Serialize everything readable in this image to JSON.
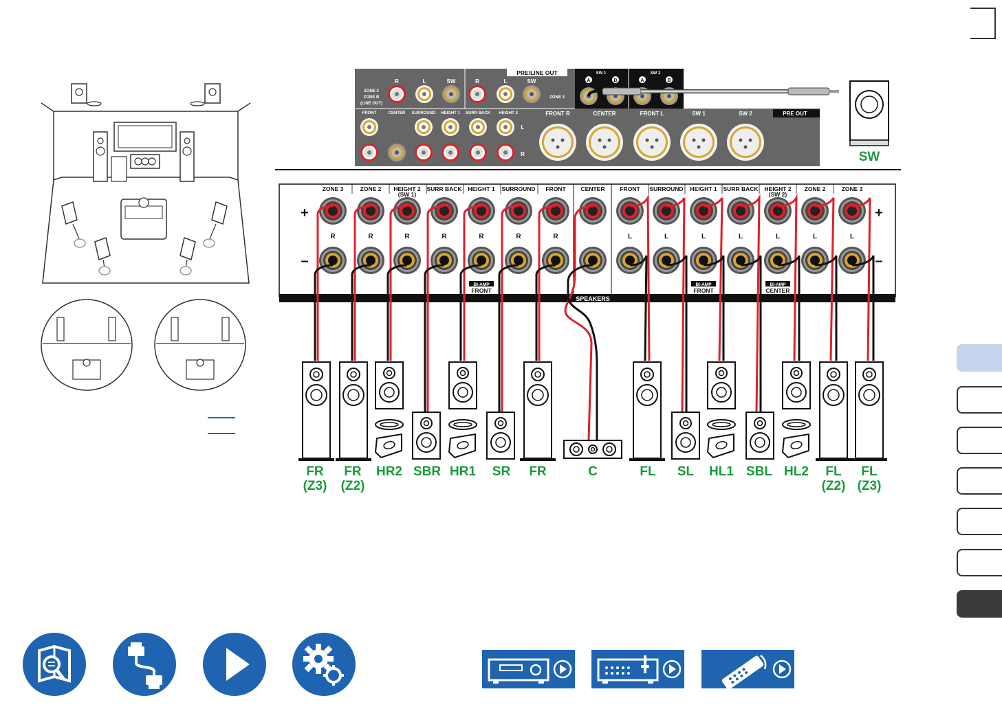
{
  "rear_panel": {
    "pre_line_out_label": "PRE/LINE OUT",
    "zone_out_labels": [
      "ZONE 2",
      "ZONE B",
      "(LINE OUT)"
    ],
    "zone2_jacks": [
      "R",
      "L",
      "SW"
    ],
    "zone3_jacks": [
      "R",
      "L",
      "SW"
    ],
    "zone3_label": "ZONE 3",
    "sw_pre_labels": [
      "SW 1",
      "SW 2"
    ],
    "sw_pre_jacks": [
      "A",
      "B",
      "A",
      "B"
    ],
    "pre_out_columns": [
      "FRONT",
      "CENTER",
      "SURROUND",
      "HEIGHT 1",
      "SURR BACK",
      "HEIGHT 2"
    ],
    "pre_out_rl": [
      "L",
      "R"
    ],
    "xlr_labels": [
      "FRONT R",
      "CENTER",
      "FRONT L",
      "SW 1",
      "SW 2"
    ],
    "pre_out_label": "PRE OUT"
  },
  "speaker_terminals": {
    "right_columns": [
      "ZONE 3",
      "ZONE 2",
      "HEIGHT 2",
      "SURR BACK",
      "HEIGHT 1",
      "SURROUND",
      "FRONT"
    ],
    "height2_sub_right": "(SW 1)",
    "center_column": "CENTER",
    "left_columns": [
      "FRONT",
      "SURROUND",
      "HEIGHT 1",
      "SURR BACK",
      "HEIGHT 2",
      "ZONE 2",
      "ZONE 3"
    ],
    "height2_sub_left": "(SW 2)",
    "plus": "+",
    "minus": "–",
    "right_letter": "R",
    "left_letter": "L",
    "speakers_label": "SPEAKERS",
    "biamp_labels": [
      {
        "top": "BI-AMP",
        "bottom": "FRONT"
      },
      {
        "top": "BI-AMP",
        "bottom": "FRONT"
      },
      {
        "top": "BI-AMP",
        "bottom": "CENTER"
      }
    ]
  },
  "subwoofer_label": "SW",
  "speaker_labels": [
    {
      "line1": "FR",
      "line2": "(Z3)"
    },
    {
      "line1": "FR",
      "line2": "(Z2)"
    },
    {
      "line1": "HR2",
      "line2": ""
    },
    {
      "line1": "SBR",
      "line2": ""
    },
    {
      "line1": "HR1",
      "line2": ""
    },
    {
      "line1": "SR",
      "line2": ""
    },
    {
      "line1": "FR",
      "line2": ""
    },
    {
      "line1": "C",
      "line2": ""
    },
    {
      "line1": "FL",
      "line2": ""
    },
    {
      "line1": "SL",
      "line2": ""
    },
    {
      "line1": "HL1",
      "line2": ""
    },
    {
      "line1": "SBL",
      "line2": ""
    },
    {
      "line1": "HL2",
      "line2": ""
    },
    {
      "line1": "FL",
      "line2": "(Z2)"
    },
    {
      "line1": "FL",
      "line2": "(Z3)"
    }
  ],
  "colors": {
    "label_green": "#1a9a3c",
    "nav_blue": "#1e64b0",
    "wire_red": "#e0202a",
    "wire_black": "#111111",
    "tab_active": "#c8d4ee"
  },
  "side_tabs": [
    "tab-1",
    "tab-2",
    "tab-3",
    "tab-4",
    "tab-5",
    "tab-6",
    "tab-7"
  ],
  "nav_buttons": [
    "manual-icon",
    "connection-icon",
    "play-icon",
    "settings-icon"
  ],
  "device_buttons": [
    "front-panel-icon",
    "rear-panel-icon",
    "remote-icon"
  ]
}
